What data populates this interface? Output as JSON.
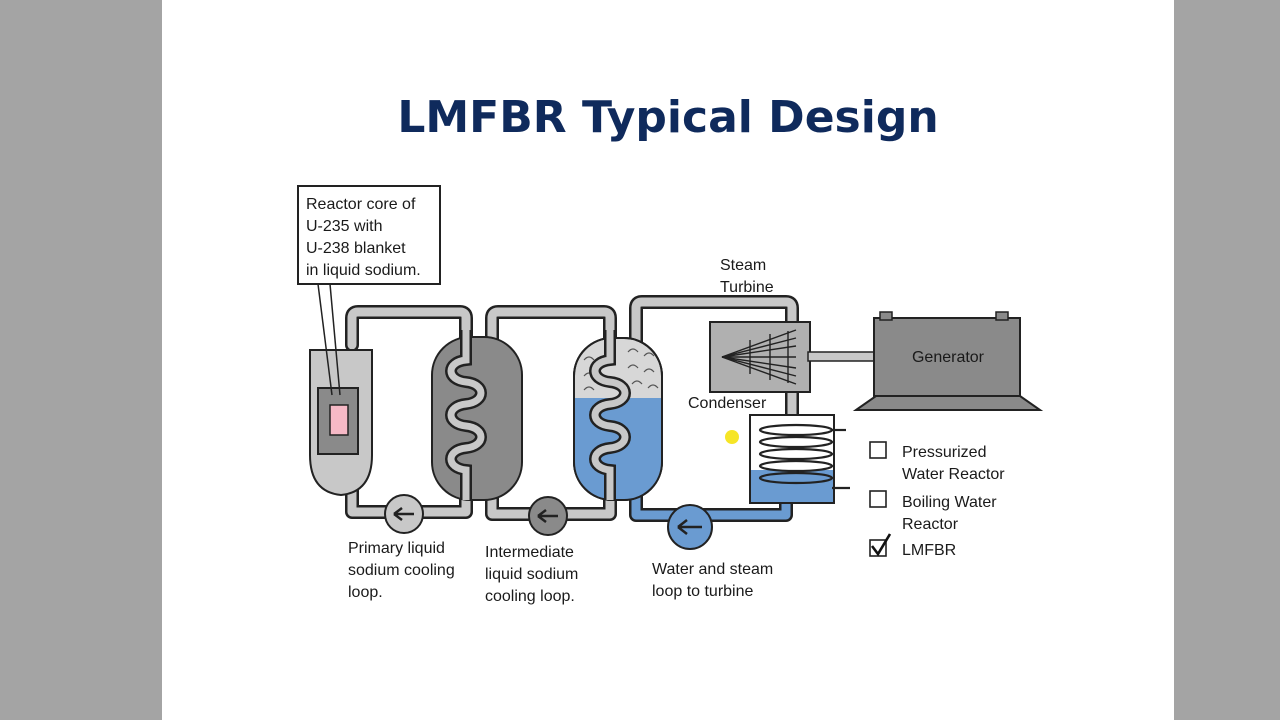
{
  "slide": {
    "title": "LMFBR Typical Design"
  },
  "diagram": {
    "callout": [
      "Reactor core of",
      "U-235 with",
      "U-238 blanket",
      "in liquid sodium."
    ],
    "turbine_label": [
      "Steam",
      "Turbine"
    ],
    "generator_label": "Generator",
    "condenser_label": "Condenser",
    "loop_labels": {
      "primary": [
        "Primary liquid",
        "sodium cooling",
        "loop."
      ],
      "intermediate": [
        "Intermediate",
        "liquid sodium",
        "cooling loop."
      ],
      "water": [
        "Water and steam",
        "loop to turbine"
      ]
    },
    "reactor_types": [
      {
        "lines": [
          "Pressurized",
          "Water Reactor"
        ],
        "checked": false
      },
      {
        "lines": [
          "Boiling Water",
          "Reactor"
        ],
        "checked": false
      },
      {
        "lines": [
          "LMFBR"
        ],
        "checked": true
      }
    ],
    "colors": {
      "pipe": "#c8c8c8",
      "vessel_gray": "#8a8a8a",
      "water_blue": "#6a9bd1",
      "core_pink": "#f6b9c6",
      "title": "#0f2a5c"
    }
  }
}
